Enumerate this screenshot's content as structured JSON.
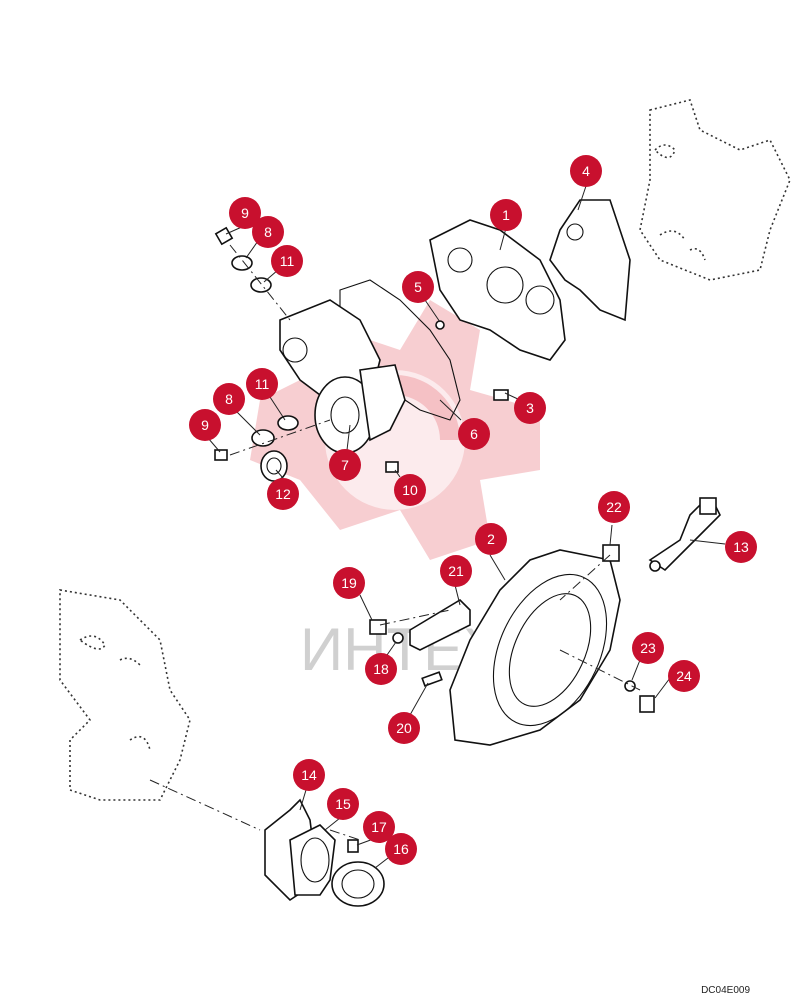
{
  "watermark": {
    "text": "ИНТЕХ"
  },
  "drawing_code": "DC04E009",
  "colors": {
    "callout": "#c8102e",
    "watermark": "#e8737a"
  },
  "callouts": [
    {
      "id": "c1",
      "label": "1"
    },
    {
      "id": "c2",
      "label": "2"
    },
    {
      "id": "c3",
      "label": "3"
    },
    {
      "id": "c4",
      "label": "4"
    },
    {
      "id": "c5",
      "label": "5"
    },
    {
      "id": "c6",
      "label": "6"
    },
    {
      "id": "c7",
      "label": "7"
    },
    {
      "id": "c8a",
      "label": "8"
    },
    {
      "id": "c8b",
      "label": "8"
    },
    {
      "id": "c9a",
      "label": "9"
    },
    {
      "id": "c9b",
      "label": "9"
    },
    {
      "id": "c10",
      "label": "10"
    },
    {
      "id": "c11a",
      "label": "11"
    },
    {
      "id": "c11b",
      "label": "11"
    },
    {
      "id": "c12",
      "label": "12"
    },
    {
      "id": "c13",
      "label": "13"
    },
    {
      "id": "c14",
      "label": "14"
    },
    {
      "id": "c15",
      "label": "15"
    },
    {
      "id": "c16",
      "label": "16"
    },
    {
      "id": "c17",
      "label": "17"
    },
    {
      "id": "c18",
      "label": "18"
    },
    {
      "id": "c19",
      "label": "19"
    },
    {
      "id": "c20",
      "label": "20"
    },
    {
      "id": "c21",
      "label": "21"
    },
    {
      "id": "c22",
      "label": "22"
    },
    {
      "id": "c23",
      "label": "23"
    },
    {
      "id": "c24",
      "label": "24"
    }
  ]
}
